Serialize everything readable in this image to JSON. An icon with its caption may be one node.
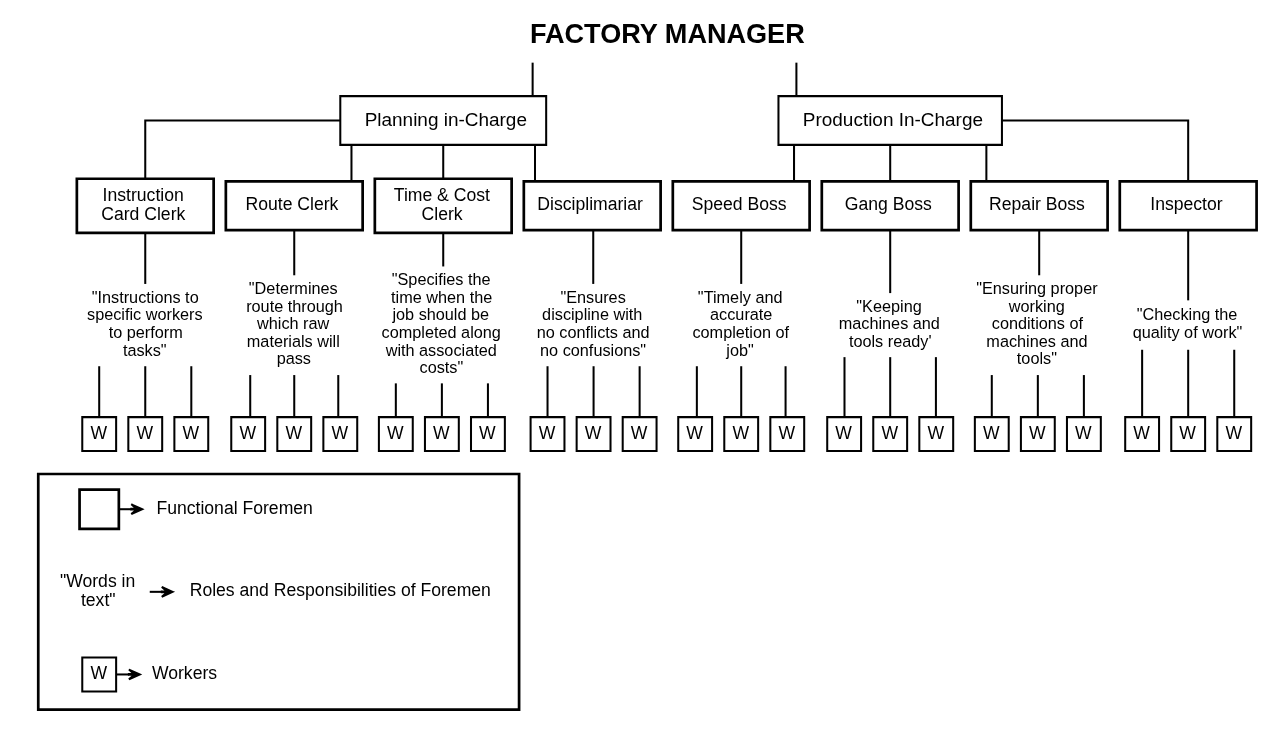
{
  "diagram": {
    "nodes": [
      {
        "text": [
          "FACTORY MANAGER"
        ]
      },
      {
        "text": [
          "Planning in-Charge"
        ]
      },
      {
        "text": [
          "Production In-Charge"
        ]
      },
      {
        "text": [
          "Instruction Card Clerk"
        ]
      },
      {
        "text": [
          "Route Clerk"
        ]
      },
      {
        "text": [
          "Time & Cost Clerk"
        ]
      },
      {
        "text": [
          "Disciplimariar"
        ]
      },
      {
        "text": [
          "Speed Boss"
        ]
      },
      {
        "text": [
          "Gang Boss"
        ]
      },
      {
        "text": [
          "Repair Boss"
        ]
      },
      {
        "text": [
          "Inspector"
        ]
      },
      {
        "text": [
          "\"Instructions to specific workers to perform tasks\""
        ]
      },
      {
        "text": [
          "\"Determines route through which raw materials will pass"
        ]
      },
      {
        "text": [
          "\"Specifies the time when the job should be completed along with associated costs\""
        ]
      },
      {
        "text": [
          "\"Ensures discipline with no conflicts and no confusions\""
        ]
      },
      {
        "text": [
          "\"Timely and accurate completion of job\""
        ]
      },
      {
        "text": [
          "\"Keeping machines and tools ready'"
        ]
      },
      {
        "text": [
          "\"Ensuring proper working conditions of machines and tools\""
        ]
      },
      {
        "text": [
          "\"Checking the quality of work\""
        ]
      },
      {
        "text": [
          "W"
        ]
      },
      {
        "text": [
          "W"
        ]
      },
      {
        "text": [
          "W"
        ]
      },
      {
        "text": [
          "W"
        ]
      },
      {
        "text": [
          "W"
        ]
      },
      {
        "text": [
          "W"
        ]
      },
      {
        "text": [
          "W"
        ]
      },
      {
        "text": [
          "W"
        ]
      },
      {
        "text": [
          "W"
        ]
      },
      {
        "text": [
          "W"
        ]
      },
      {
        "text": [
          "W"
        ]
      },
      {
        "text": [
          "W"
        ]
      },
      {
        "text": [
          "W"
        ]
      },
      {
        "text": [
          "W"
        ]
      },
      {
        "text": [
          "W"
        ]
      },
      {
        "text": [
          "W"
        ]
      },
      {
        "text": [
          "W"
        ]
      },
      {
        "text": [
          "W"
        ]
      },
      {
        "text": [
          "W"
        ]
      },
      {
        "text": [
          "W"
        ]
      },
      {
        "text": [
          "W"
        ]
      },
      {
        "text": [
          "W"
        ]
      },
      {
        "text": [
          "W"
        ]
      },
      {
        "text": [
          "W"
        ]
      },
      {
        "text": [],
        "shape": "box"
      },
      {
        "text": [],
        "shape": "box",
        "in": 43
      },
      {
        "text": [
          "W"
        ],
        "in": 43
      }
    ],
    "edges": [
      {
        "from": 0,
        "to": 1,
        "arrow": "none"
      },
      {
        "from": 0,
        "to": 2,
        "arrow": "none"
      },
      {
        "from": 1,
        "to": 3,
        "arrow": "none"
      },
      {
        "from": 1,
        "to": 4,
        "arrow": "none"
      },
      {
        "from": 1,
        "to": 5,
        "arrow": "none"
      },
      {
        "from": 1,
        "to": 6,
        "arrow": "none"
      },
      {
        "from": 2,
        "to": 7,
        "arrow": "none"
      },
      {
        "from": 2,
        "to": 8,
        "arrow": "none"
      },
      {
        "from": 2,
        "to": 9,
        "arrow": "none"
      },
      {
        "from": 2,
        "to": 10,
        "arrow": "none"
      },
      {
        "from": 3,
        "to": 11,
        "arrow": "none"
      },
      {
        "from": 4,
        "to": 12,
        "arrow": "none"
      },
      {
        "from": 5,
        "to": 13,
        "arrow": "none"
      },
      {
        "from": 6,
        "to": 14,
        "arrow": "none"
      },
      {
        "from": 7,
        "to": 15,
        "arrow": "none"
      },
      {
        "from": 8,
        "to": 16,
        "arrow": "none"
      },
      {
        "from": 9,
        "to": 17,
        "arrow": "none"
      },
      {
        "from": 10,
        "to": 18,
        "arrow": "none"
      },
      {
        "from": 11,
        "to": 19,
        "arrow": "none"
      },
      {
        "from": 11,
        "to": 20,
        "arrow": "none"
      },
      {
        "from": 11,
        "to": 21,
        "arrow": "none"
      },
      {
        "from": 12,
        "to": 22,
        "arrow": "none"
      },
      {
        "from": 12,
        "to": 23,
        "arrow": "none"
      },
      {
        "from": 12,
        "to": 24,
        "arrow": "none"
      },
      {
        "from": 13,
        "to": 25,
        "arrow": "none"
      },
      {
        "from": 13,
        "to": 26,
        "arrow": "none"
      },
      {
        "from": 13,
        "to": 27,
        "arrow": "none"
      },
      {
        "from": 14,
        "to": 28,
        "arrow": "none"
      },
      {
        "from": 14,
        "to": 29,
        "arrow": "none"
      },
      {
        "from": 14,
        "to": 30,
        "arrow": "none"
      },
      {
        "from": 15,
        "to": 31,
        "arrow": "none"
      },
      {
        "from": 15,
        "to": 32,
        "arrow": "none"
      },
      {
        "from": 15,
        "to": 33,
        "arrow": "none"
      },
      {
        "from": 16,
        "to": 34,
        "arrow": "none"
      },
      {
        "from": 16,
        "to": 35,
        "arrow": "none"
      },
      {
        "from": 16,
        "to": 36,
        "arrow": "none"
      },
      {
        "from": 17,
        "to": 37,
        "arrow": "none"
      },
      {
        "from": 17,
        "to": 38,
        "arrow": "none"
      },
      {
        "from": 17,
        "to": 39,
        "arrow": "none"
      },
      {
        "from": 18,
        "to": 40,
        "arrow": "none"
      },
      {
        "from": 18,
        "to": 41,
        "arrow": "none"
      },
      {
        "from": 18,
        "to": 42,
        "arrow": "none"
      }
    ],
    "labels": [
      "\"Words in text\""
    ],
    "legend": [
      {
        "text": "Functional Foremen"
      },
      {
        "text": "Roles and Responsibilities of Foremen"
      },
      {
        "text": "Workers"
      }
    ]
  }
}
